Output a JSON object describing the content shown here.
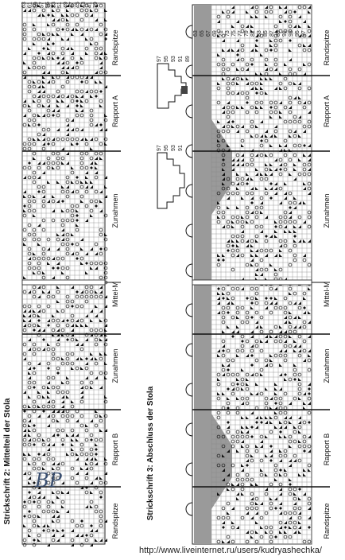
{
  "chart2": {
    "title": "Strickschrift 2: Mittelteil der Stola",
    "labels": [
      "Randspitze",
      "Rapport A",
      "Zunahmen",
      "Mittel-M",
      "Zunahmen",
      "Rapport B",
      "Randspitze"
    ],
    "row_numbers": [
      "63",
      "61",
      "59",
      "57",
      "55",
      "53",
      "51",
      "49",
      "47",
      "45",
      "43",
      "41",
      "39"
    ]
  },
  "chart3": {
    "title": "Strickschrift 3: Abschluss der Stola",
    "labels": [
      "Randspitze",
      "Rapport A",
      "Zunahmen",
      "Mittel-M",
      "Zunahmen",
      "Rapport B",
      "Randspitze"
    ],
    "row_numbers": [
      "63",
      "65",
      "67",
      "69",
      "71",
      "73",
      "75",
      "77",
      "79",
      "81",
      "83",
      "85",
      "87",
      "89",
      "91",
      "93",
      "95",
      "97"
    ]
  },
  "legend_charts": {
    "top_numbers": [
      "97",
      "95",
      "93",
      "91",
      "89"
    ],
    "bottom_numbers": [
      "97",
      "95",
      "93",
      "91"
    ]
  },
  "watermark": {
    "text": "BP"
  },
  "footer": {
    "url": "http://www.liveinternet.ru/users/kudryashechka/"
  }
}
